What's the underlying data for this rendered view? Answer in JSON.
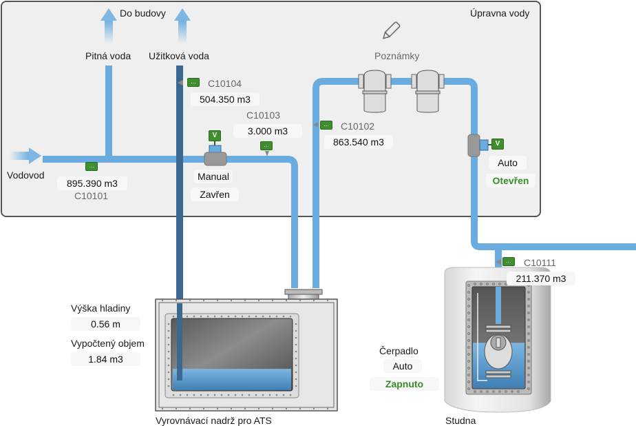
{
  "panel": {
    "title": "Úpravna vody"
  },
  "outlets": {
    "title": "Do budovy",
    "potable": "Pitná voda",
    "service": "Užitková voda"
  },
  "notes": {
    "label": "Poznámky",
    "icon": "pencil-icon"
  },
  "inlet": {
    "label": "Vodovod"
  },
  "meters": {
    "c10101": {
      "code": "C10101",
      "value": "895.390 m3",
      "badge": "..."
    },
    "c10102": {
      "code": "C10102",
      "value": "863.540 m3",
      "badge": "..."
    },
    "c10103": {
      "code": "C10103",
      "value": "3.000 m3",
      "badge": "..."
    },
    "c10104": {
      "code": "C10104",
      "value": "504.350 m3",
      "badge": "..."
    },
    "c10111": {
      "code": "C10111",
      "value": "211.370 m3",
      "badge": "..."
    }
  },
  "valve_manual": {
    "badge": "V",
    "mode": "Manual",
    "state": "Zavřen"
  },
  "valve_auto": {
    "badge": "V",
    "mode": "Auto",
    "state": "Otevřen"
  },
  "tank": {
    "label": "Vyrovnávací nadrž pro ATS",
    "level_label": "Výška hladiny",
    "level_value": "0.56 m",
    "volume_label": "Vypočtený objem",
    "volume_value": "1.84 m3",
    "fill_fraction": 0.3
  },
  "well": {
    "label": "Studna",
    "fill_fraction": 0.45
  },
  "pump": {
    "label": "Čerpadlo",
    "mode": "Auto",
    "state": "Zapnuto"
  },
  "colors": {
    "pipe": "#6aace0",
    "pipe_dark": "#3a6890",
    "status_green": "#3a8a2a",
    "meter_green": "#3f8f2f"
  }
}
